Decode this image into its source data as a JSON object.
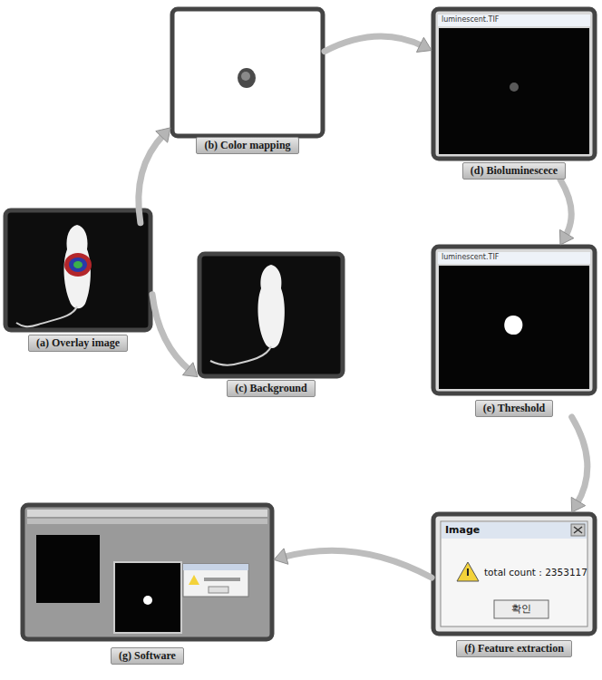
{
  "diagram": {
    "nodes": [
      {
        "text": [
          "(a) Overlay image"
        ]
      },
      {
        "text": [
          "(b) Color mapping"
        ]
      },
      {
        "text": [
          "(c) Background"
        ]
      },
      {
        "text": [
          "(d) Bioluminescece"
        ]
      },
      {
        "text": [
          "(e) Threshold"
        ]
      },
      {
        "text": [
          "(f) Feature extraction"
        ]
      },
      {
        "text": [
          "(g) Software"
        ]
      }
    ],
    "edges": [
      {
        "from": 0,
        "to": 1,
        "arrow": "to"
      },
      {
        "from": 0,
        "to": 2,
        "arrow": "to"
      },
      {
        "from": 1,
        "to": 3,
        "arrow": "to"
      },
      {
        "from": 3,
        "to": 4,
        "arrow": "to"
      },
      {
        "from": 4,
        "to": 5,
        "arrow": "to"
      },
      {
        "from": 5,
        "to": 6,
        "arrow": "to"
      }
    ],
    "labels": [
      "luminescent.TIF",
      "luminescent.TIF",
      "Image",
      "total count : 2353117",
      "확인"
    ]
  }
}
